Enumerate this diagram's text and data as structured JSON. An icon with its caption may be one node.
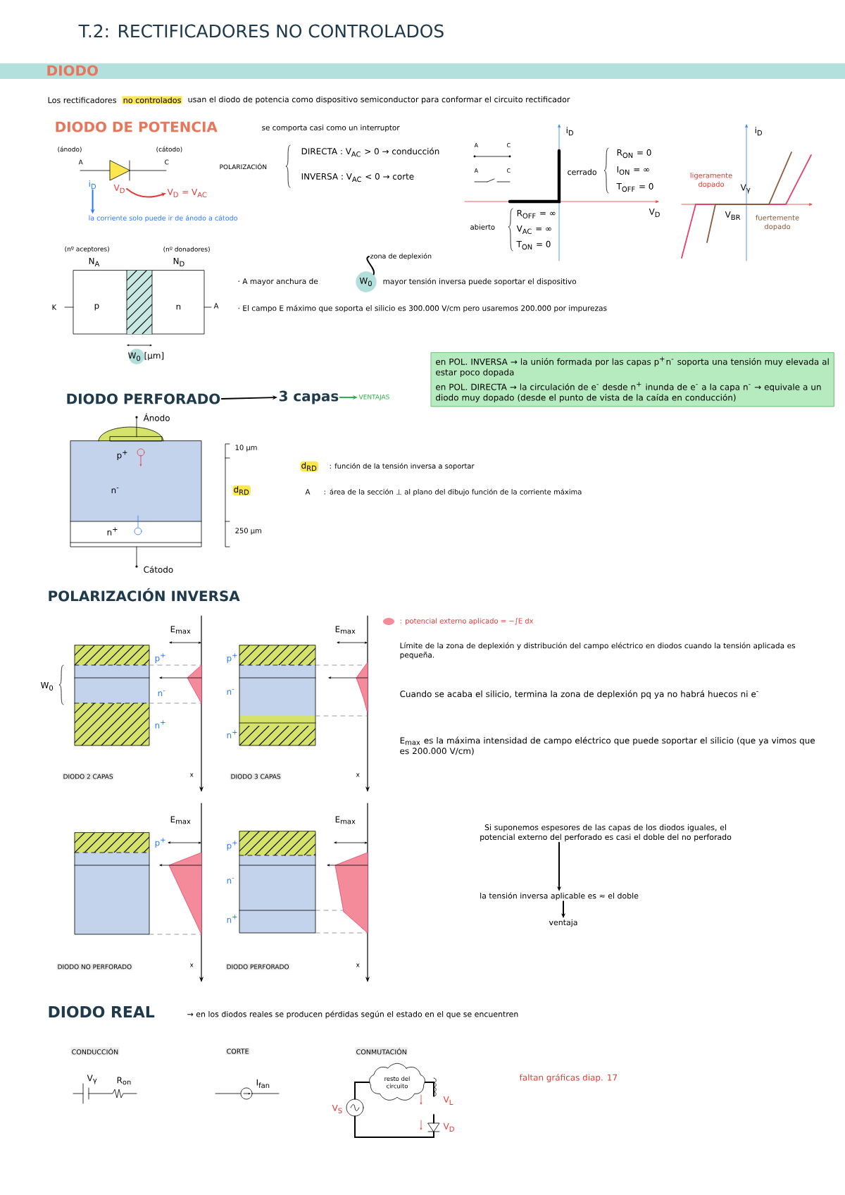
{
  "diagram": {
    "title": "T.2: RECTIFICADORES NO CONTROLADOS",
    "nodes": [
      {
        "text": [
          "i$_{D}$"
        ]
      },
      {
        "text": [
          "V$_{D}$"
        ]
      },
      {
        "text": [
          "V$_{D}$ = V$_{AC}$"
        ]
      },
      {
        "text": [
          "la corriente solo puede ir de ánodo a cátodo"
        ]
      },
      {
        "text": [
          "zona de deplexión"
        ]
      },
      {
        "text": [
          "W$_{0}$"
        ]
      },
      {
        "text": [
          "DIODO PERFORADO"
        ]
      },
      {
        "text": [
          "3 capas"
        ]
      },
      {
        "text": [
          "VENTAJAS"
        ]
      },
      {
        "text": [
          "en POL. INVERSA → la unión formada por las capas p$^{+}$n$^{-}$ soporta una tensión muy elevada al estar poco dopada",
          "en POL. DIRECTA → la circulación de e$^{-}$ desde n$^{+}$ inunda de e$^{-}$ a la capa n$^{-}$ → equivale a un diodo muy dopado (desde el punto de vista de la caída en conducción)"
        ]
      },
      {
        "text": [
          "Si suponemos espesores de las capas de los diodos iguales, el potencial externo del perforado es casi el doble del no perforado"
        ]
      },
      {
        "text": [
          "la tensión inversa aplicable es ≈ el doble"
        ]
      },
      {
        "text": [
          "ventaja"
        ]
      },
      {
        "text": [
          "resto del circuito"
        ]
      },
      {
        "text": [],
        "shape": "circle",
        "beside": [
          "V$_{S}$"
        ]
      },
      {
        "text": [],
        "shape": "coil",
        "beside": [
          "V$_{L}$"
        ]
      },
      {
        "text": [],
        "shape": "triangle",
        "beside": [
          "V$_{D}$"
        ]
      }
    ],
    "edges": [
      {
        "from": 0,
        "to": 3,
        "arrow": "to",
        "color": "#2979ff"
      },
      {
        "from": 1,
        "to": 2,
        "arrow": "to",
        "color": "#e53935"
      },
      {
        "from": 4,
        "to": 5,
        "arrow": "none"
      },
      {
        "from": 6,
        "to": 7,
        "arrow": "to"
      },
      {
        "from": 7,
        "to": 8,
        "arrow": "to",
        "color": "#2eae4a"
      },
      {
        "from": 10,
        "to": 11,
        "arrow": "to"
      },
      {
        "from": 11,
        "to": 12,
        "arrow": "to"
      },
      {
        "from": 13,
        "to": 14,
        "arrow": "none"
      },
      {
        "from": 14,
        "to": 16,
        "arrow": "none"
      },
      {
        "from": 16,
        "to": 15,
        "arrow": "none"
      },
      {
        "from": 15,
        "to": 13,
        "arrow": "none"
      }
    ],
    "labels": [
      "DIODO",
      "Los rectificadores",
      "no controlados",
      "usan el diodo de potencia como dispositivo semiconductor para conformar el circuito rectificador",
      "DIODO DE POTENCIA",
      "se comporta casi como un interruptor",
      "(ánodo)",
      "(cátodo)",
      "A",
      "C",
      "POLARIZACIÓN",
      "DIRECTA : V$_{AC}$ > 0 → conducción",
      "INVERSA : V$_{AC}$ < 0 → corte",
      "A",
      "C",
      "A",
      "C",
      "i$_{D}$",
      "V$_{D}$",
      "cerrado",
      "R$_{ON}$ = 0",
      "I$_{ON}$ = ∞",
      "T$_{OFF}$ = 0",
      "abierto",
      "R$_{OFF}$ = ∞",
      "V$_{AC}$ = ∞",
      "T$_{ON}$ = 0",
      "i$_{D}$",
      "ligeramente dopado",
      "V$_{γ}$",
      "V$_{BR}$",
      "fuertemente dopado",
      "(nº aceptores)",
      "N$_{A}$",
      "(nº donadores)",
      "N$_{D}$",
      "K",
      "p",
      "n",
      "A",
      "W$_{0}$ [μm]",
      "· A mayor anchura de",
      "mayor tensión inversa puede soportar el dispositivo",
      "· El campo E máximo que soporta el silicio es 300.000 V/cm pero usaremos 200.000 por impurezas",
      "Ánodo",
      "p$^{+}$",
      "n$^{-}$",
      "n$^{+}$",
      "Cátodo",
      "10 μm",
      "d$_{RD}$",
      "250 μm",
      "d$_{RD}$",
      ": función de la tensión inversa a soportar",
      "A",
      ": área de la sección ⊥ al plano del dibujo función de la corriente máxima",
      "POLARIZACIÓN INVERSA",
      "E$_{max}$",
      "p$^{+}$",
      "n$^{-}$",
      "n$^{+}$",
      "W$_{0}$",
      "DIODO 2 CAPAS",
      "x",
      "E$_{max}$",
      "p$^{+}$",
      "n$^{-}$",
      "n$^{+}$",
      "DIODO 3 CAPAS",
      "x",
      ": potencial externo aplicado = −∫E dx",
      "Límite de la zona de deplexión y distribución del campo eléctrico en diodos cuando la tensión aplicada es pequeña.",
      "Cuando se acaba el silicio, termina la zona de deplexión pq ya no habrá huecos ni e$^{-}$",
      "E$_{max}$ es la máxima intensidad de campo eléctrico que puede soportar el silicio (que ya vimos que es 200.000 V/cm)",
      "p$^{+}$",
      "E$_{max}$",
      "DIODO NO PERFORADO",
      "x",
      "p$^{+}$",
      "n$^{-}$",
      "n$^{+}$",
      "E$_{max}$",
      "DIODO PERFORADO",
      "x",
      "DIODO REAL",
      "→ en los diodos reales se producen pérdidas según el estado en el que se encuentren",
      "CONDUCCIÓN",
      "CORTE",
      "CONMUTACIÓN",
      "V$_{γ}$",
      "R$_{on}$",
      "I$_{fan}$",
      "faltan gráficas diap. 17"
    ]
  }
}
